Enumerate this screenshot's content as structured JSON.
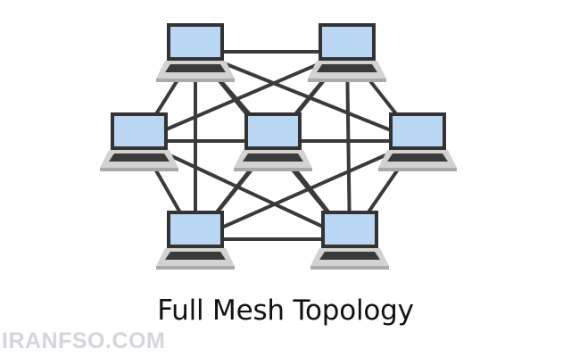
{
  "diagram": {
    "title": "Full Mesh Topology",
    "node_count": 7,
    "node_type": "laptop-icon",
    "topology": "full-mesh"
  },
  "watermark": {
    "text": "IRANFSO.COM"
  },
  "colors": {
    "link": "#3a3a3a",
    "screen": "#b9d6f2",
    "bezel": "#333333",
    "base_top": "#d2d2d2",
    "base_front": "#a9a9a9",
    "keyboard": "#3a3a3a",
    "background": "#ffffff"
  }
}
